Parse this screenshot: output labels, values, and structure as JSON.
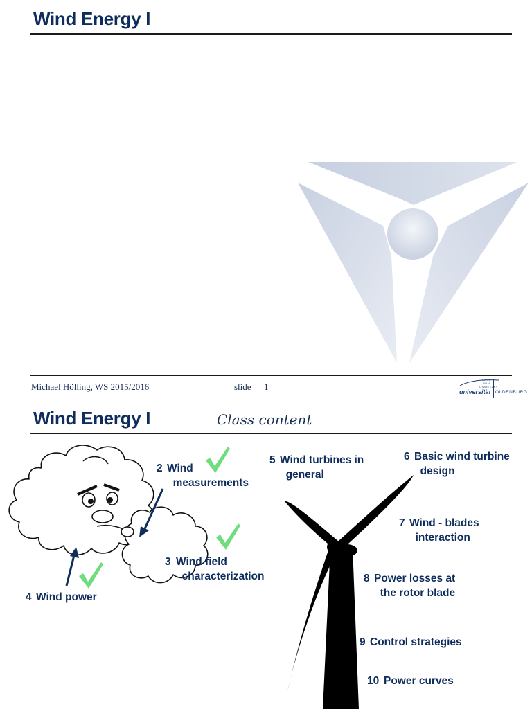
{
  "slide1": {
    "title": "Wind Energy I",
    "footer": {
      "author": "Michael Hölling, WS 2015/2016",
      "slide_label": "slide",
      "slide_number": "1"
    },
    "logo": {
      "small_lines": [
        "CARL",
        "VON",
        "OSSIETZKY"
      ],
      "university": "universität",
      "city": "OLDENBURG"
    }
  },
  "slide2": {
    "title": "Wind Energy I",
    "subtitle": "Class content",
    "topics": [
      {
        "num": "2",
        "text": "Wind\n  measurements",
        "checked": true
      },
      {
        "num": "3",
        "text": "Wind field\n  characterization",
        "checked": true
      },
      {
        "num": "4",
        "text": "Wind power",
        "checked": true
      },
      {
        "num": "5",
        "text": "Wind turbines in\n  general",
        "checked": false
      },
      {
        "num": "6",
        "text": "Basic wind turbine\n  design",
        "checked": false
      },
      {
        "num": "7",
        "text": "Wind - blades\n  interaction",
        "checked": false
      },
      {
        "num": "8",
        "text": "Power losses at\n  the rotor blade",
        "checked": false
      },
      {
        "num": "9",
        "text": "Control strategies",
        "checked": false
      },
      {
        "num": "10",
        "text": "Power curves",
        "checked": false
      }
    ]
  },
  "colors": {
    "title": "#0f2d5c",
    "check": "#6fdc7d",
    "rotor_logo": "#cdd6e5"
  }
}
